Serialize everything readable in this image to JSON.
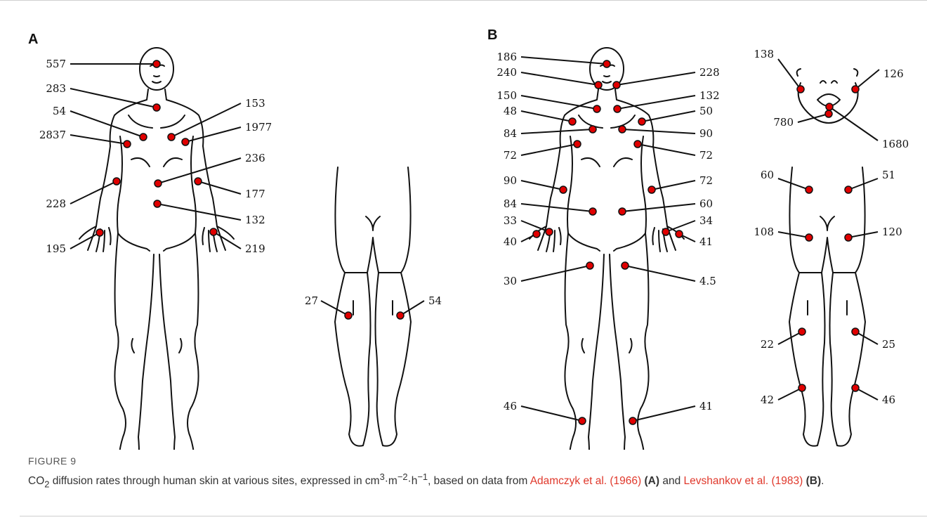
{
  "panels": {
    "a": "A",
    "b": "B"
  },
  "caption": {
    "figure_label": "FIGURE 9",
    "text_prefix": "CO",
    "sub2": "2",
    "text_main": " diffusion rates through human skin at various sites, expressed in cm",
    "sup3": "3",
    "mid1": "·m",
    "supm2": "−2",
    "mid2": "·h",
    "supm1": "−1",
    "text_after": ", based on data from ",
    "ref_a": "Adamczyk et al. (1966)",
    "tag_a": "(A)",
    "and_text": " and ",
    "ref_b": "Levshankov et al. (1983)",
    "tag_b": "(B)",
    "end": "."
  },
  "colors": {
    "marker": "#e00000",
    "reference_link": "#e0382b"
  },
  "panel_a_values": {
    "forehead": "557",
    "neck": "283",
    "chest_left": "54",
    "chest_right": "153",
    "shoulder_left": "2837",
    "shoulder_right": "1977",
    "abdomen_upper": "236",
    "forearm_left": "228",
    "forearm_right": "177",
    "abdomen_lower": "132",
    "hand_left": "195",
    "hand_right": "219",
    "knee_back_left": "27",
    "knee_back_right": "54"
  },
  "panel_b_values": {
    "forehead": "186",
    "cheek_left": "240",
    "cheek_right": "228",
    "neck_left": "150",
    "neck_right": "132",
    "shoulder_left": "48",
    "shoulder_right": "50",
    "chest_left": "84",
    "chest_right": "90",
    "axilla_left": "72",
    "axilla_right": "72",
    "forearm_left": "90",
    "forearm_right": "72",
    "abdomen_left": "84",
    "abdomen_right": "60",
    "wrist_left": "33",
    "wrist_right": "34",
    "palm_left": "40",
    "palm_right": "41",
    "thigh_left": "30",
    "thigh_right": "4.5",
    "foot_left": "46",
    "foot_right": "41",
    "armpit_left": "138",
    "armpit_right": "126",
    "genital_left": "780",
    "genital_right": "1680",
    "lower_back_left": "60",
    "lower_back_right": "51",
    "buttock_left": "108",
    "buttock_right": "120",
    "calf_left": "22",
    "calf_right": "25",
    "heel_left": "42",
    "heel_right": "46"
  }
}
